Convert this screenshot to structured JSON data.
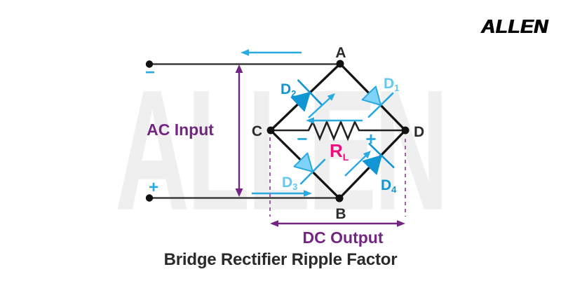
{
  "watermark": "ALLEN",
  "logo": "ALLEN",
  "title": "Bridge Rectifier Ripple Factor",
  "source": {
    "label": "AC Input",
    "minus": "−",
    "plus": "+"
  },
  "output": {
    "label": "DC Output"
  },
  "nodes": {
    "a": "A",
    "b": "B",
    "c": "C",
    "d": "D"
  },
  "load": {
    "base": "R",
    "sub": "L",
    "minus": "−",
    "plus": "+"
  },
  "diodes": {
    "d1": {
      "base": "D",
      "sub": "1"
    },
    "d2": {
      "base": "D",
      "sub": "2"
    },
    "d3": {
      "base": "D",
      "sub": "3"
    },
    "d4": {
      "base": "D",
      "sub": "4"
    }
  },
  "colors": {
    "cyan": "#29abe2",
    "diode-dark": "#1295d3",
    "diode-light-fill": "#7fd3f8",
    "diode-light-stroke": "#2aa9e0",
    "label-light": "#63c8f2",
    "purple": "#722682",
    "dash-purple": "#a15fa8",
    "magenta": "#ec0e7e",
    "ink": "#2b2a2b",
    "watermark-gray": "#efefef"
  }
}
